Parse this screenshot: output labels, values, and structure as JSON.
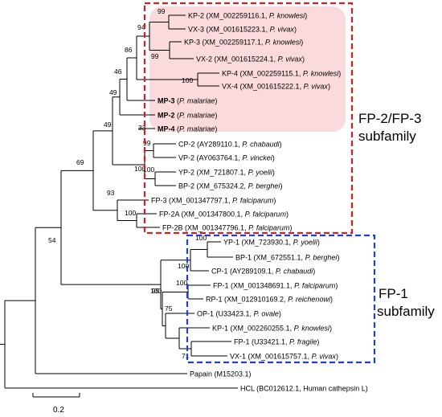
{
  "colors": {
    "fp23_box": "#d42020",
    "fp23_highlight": "#fadadd",
    "fp1_box": "#1f3fcc",
    "branch": "#000000"
  },
  "subfamilies": {
    "fp23_line1": "FP-2/FP-3",
    "fp23_line2": "subfamily",
    "fp1_line1": "FP-1",
    "fp1_line2": "subfamily"
  },
  "scale_bar": {
    "label": "0.2"
  },
  "taxa": [
    {
      "id": "kp2",
      "name": "KP-2",
      "acc": "XM_002259116.1",
      "species": "P. knowlesi"
    },
    {
      "id": "vx3",
      "name": "VX-3",
      "acc": "XM_001615223.1",
      "species": "P. vivax"
    },
    {
      "id": "kp3",
      "name": "KP-3",
      "acc": "XM_002259117.1",
      "species": "P. knowlesi"
    },
    {
      "id": "vx2",
      "name": "VX-2",
      "acc": "XM_001615224.1",
      "species": "P. vivax"
    },
    {
      "id": "kp4",
      "name": "KP-4",
      "acc": "XM_002259115.1",
      "species": "P. knowlesi"
    },
    {
      "id": "vx4",
      "name": "VX-4",
      "acc": "XM_001615222.1",
      "species": "P. vivax"
    },
    {
      "id": "mp3",
      "name": "MP-3",
      "acc": "",
      "species": "P. malariae",
      "bold": true
    },
    {
      "id": "mp2",
      "name": "MP-2",
      "acc": "",
      "species": "P. malariae",
      "bold": true
    },
    {
      "id": "mp4",
      "name": "MP-4",
      "acc": "",
      "species": "P. malariae",
      "bold": true
    },
    {
      "id": "cp2",
      "name": "CP-2",
      "acc": "AY289110.1",
      "species": "P. chabaudi"
    },
    {
      "id": "vp2",
      "name": "VP-2",
      "acc": "AY063764.1",
      "species": "P. vinckei"
    },
    {
      "id": "yp2",
      "name": "YP-2",
      "acc": "XM_721807.1",
      "species": "P. yoelii"
    },
    {
      "id": "bp2",
      "name": "BP-2",
      "acc": "XM_675324.2",
      "species": "P. berghei"
    },
    {
      "id": "fp3",
      "name": "FP-3",
      "acc": "XM_001347797.1",
      "species": "P. falciparum"
    },
    {
      "id": "fp2a",
      "name": "FP-2A",
      "acc": "XM_001347800.1",
      "species": "P. falciparum"
    },
    {
      "id": "fp2b",
      "name": "FP-2B",
      "acc": "XM_001347796.1",
      "species": "P. falciparum"
    },
    {
      "id": "yp1",
      "name": "YP-1",
      "acc": "XM_723930.1",
      "species": "P. yoelii"
    },
    {
      "id": "bp1",
      "name": "BP-1",
      "acc": "XM_672551.1",
      "species": "P. berghei"
    },
    {
      "id": "cp1",
      "name": "CP-1",
      "acc": "AY289109.1",
      "species": "P. chabaudi"
    },
    {
      "id": "fp1f",
      "name": "FP-1",
      "acc": "XM_001348691.1",
      "species": "P. falciparum"
    },
    {
      "id": "rp1",
      "name": "RP-1",
      "acc": "XM_012910169.2",
      "species": "P. reichenowi"
    },
    {
      "id": "op1",
      "name": "OP-1",
      "acc": "U33423.1",
      "species": "P. ovale"
    },
    {
      "id": "kp1",
      "name": "KP-1",
      "acc": "XM_002260255.1",
      "species": "P. knowlesi"
    },
    {
      "id": "fp1g",
      "name": "FP-1",
      "acc": "U33421.1",
      "species": "P. fragile"
    },
    {
      "id": "vx1",
      "name": "VX-1",
      "acc": "XM_001615757.1",
      "species": "P. vivax"
    },
    {
      "id": "papain",
      "name": "Papain",
      "acc": "M15203.1",
      "species": "",
      "plain": true
    },
    {
      "id": "hcl",
      "name": "HCL",
      "acc": "BC012612.1, Human cathepsin L",
      "species": "",
      "plain": true
    }
  ],
  "bootstrap": [
    {
      "id": "n_kp2vx3",
      "value": "99"
    },
    {
      "id": "n_kp3vx2",
      "value": "99"
    },
    {
      "id": "n_k23",
      "value": "94"
    },
    {
      "id": "n_kp4vx4",
      "value": "100"
    },
    {
      "id": "n_k234",
      "value": "86"
    },
    {
      "id": "n_kmp3",
      "value": "46"
    },
    {
      "id": "n_kmp32",
      "value": "49"
    },
    {
      "id": "n_mp4",
      "value": "33"
    },
    {
      "id": "n_cp2vp2",
      "value": "99"
    },
    {
      "id": "n_yp2bp2",
      "value": "100"
    },
    {
      "id": "n_rodent",
      "value": "100"
    },
    {
      "id": "n_a",
      "value": "49"
    },
    {
      "id": "n_fp2",
      "value": "100"
    },
    {
      "id": "n_falc",
      "value": "93"
    },
    {
      "id": "n_b",
      "value": "69"
    },
    {
      "id": "n_yp1bp1",
      "value": "100"
    },
    {
      "id": "n_rod1",
      "value": "100"
    },
    {
      "id": "n_fp1rp1",
      "value": "100"
    },
    {
      "id": "n_fp1gvx1",
      "value": "71"
    },
    {
      "id": "n_c",
      "value": "75"
    },
    {
      "id": "n_d",
      "value": "95"
    },
    {
      "id": "n_fp1",
      "value": "100"
    },
    {
      "id": "n_plasmo",
      "value": "54"
    }
  ]
}
